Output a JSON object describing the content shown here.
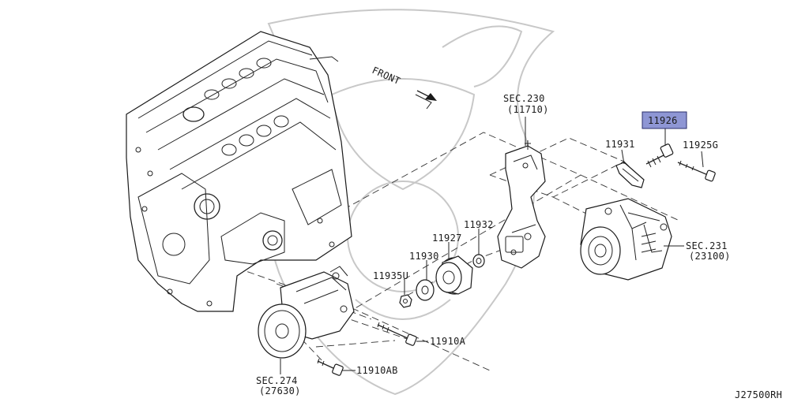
{
  "diagram": {
    "direction_label": "FRONT",
    "drawing_code": "J27500RH",
    "highlighted_part": "11926",
    "highlight_color": "#8e96d4",
    "callouts": {
      "sec230": {
        "line1": "SEC.230",
        "line2": "(11710)"
      },
      "sec231": {
        "line1": "SEC.231",
        "line2": "(23100)"
      },
      "sec274": {
        "line1": "SEC.274",
        "line2": "(27630)"
      },
      "p11926": "11926",
      "p11931": "11931",
      "p11925G": "11925G",
      "p11932": "11932",
      "p11927": "11927",
      "p11930": "11930",
      "p11935U": "11935U",
      "p11910A": "11910A",
      "p11910AB": "11910AB"
    },
    "parts": {
      "engine": "engine-block-icon",
      "bracket": "alternator-bracket-icon",
      "alternator": "alternator-icon",
      "compressor": "ac-compressor-icon",
      "idler_pulley": "idler-pulley-icon",
      "adjust_bolt": "adjusting-bolt-icon",
      "slider": "slider-bracket-icon",
      "long_bolt": "bolt-icon",
      "washer": "washer-icon",
      "nut": "nut-icon",
      "arrow": "front-arrow-icon"
    }
  }
}
